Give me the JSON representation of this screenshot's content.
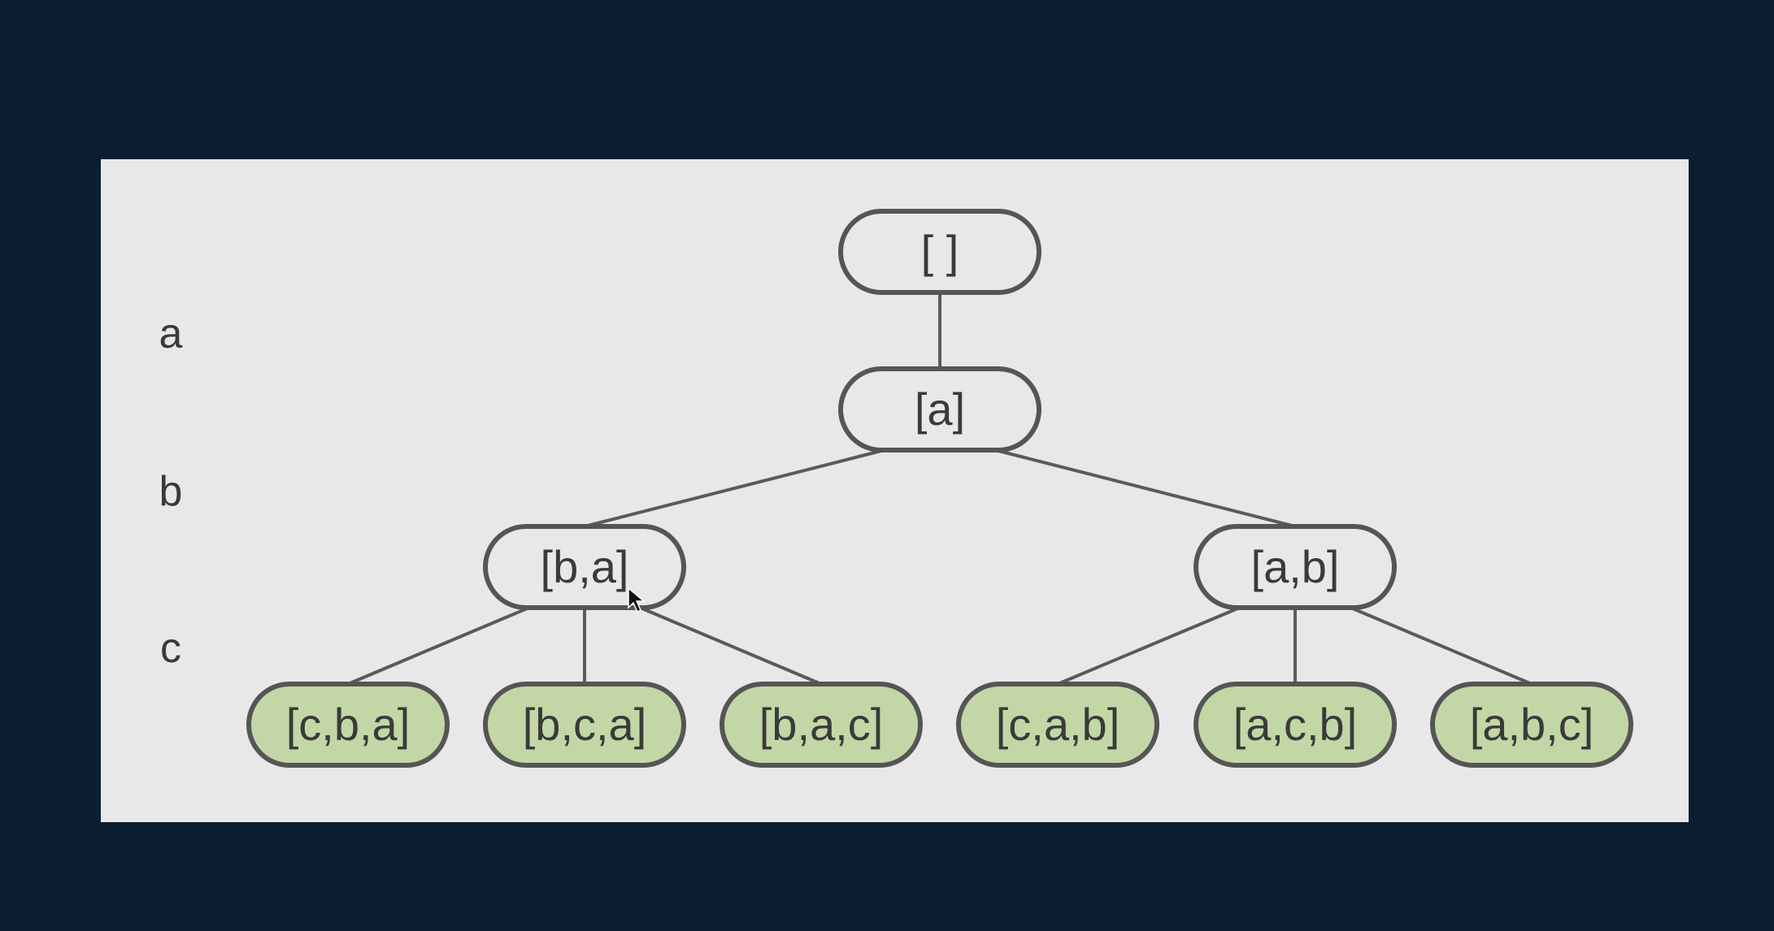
{
  "diagram": {
    "type": "tree",
    "colors": {
      "background": "#0b1e31",
      "panel": "#e8e8e8",
      "node_fill": "#e8e8e8",
      "leaf_fill": "#c3d7a6",
      "stroke": "#555555",
      "highlight": "#e3b83a"
    },
    "level_labels": [
      "a",
      "b",
      "c"
    ],
    "nodes": [
      {
        "id": "root",
        "label": "[ ]",
        "level": 0,
        "leaf": false
      },
      {
        "id": "a",
        "label": "[a]",
        "level": 1,
        "leaf": false,
        "parent": "root"
      },
      {
        "id": "ba",
        "label": "[b,a]",
        "level": 2,
        "leaf": false,
        "parent": "a",
        "highlighted": true
      },
      {
        "id": "ab",
        "label": "[a,b]",
        "level": 2,
        "leaf": false,
        "parent": "a"
      },
      {
        "id": "cba",
        "label": "[c,b,a]",
        "level": 3,
        "leaf": true,
        "parent": "ba"
      },
      {
        "id": "bca",
        "label": "[b,c,a]",
        "level": 3,
        "leaf": true,
        "parent": "ba"
      },
      {
        "id": "bac",
        "label": "[b,a,c]",
        "level": 3,
        "leaf": true,
        "parent": "ba"
      },
      {
        "id": "cab",
        "label": "[c,a,b]",
        "level": 3,
        "leaf": true,
        "parent": "ab"
      },
      {
        "id": "acb",
        "label": "[a,c,b]",
        "level": 3,
        "leaf": true,
        "parent": "ab"
      },
      {
        "id": "abc",
        "label": "[a,b,c]",
        "level": 3,
        "leaf": true,
        "parent": "ab"
      }
    ]
  }
}
